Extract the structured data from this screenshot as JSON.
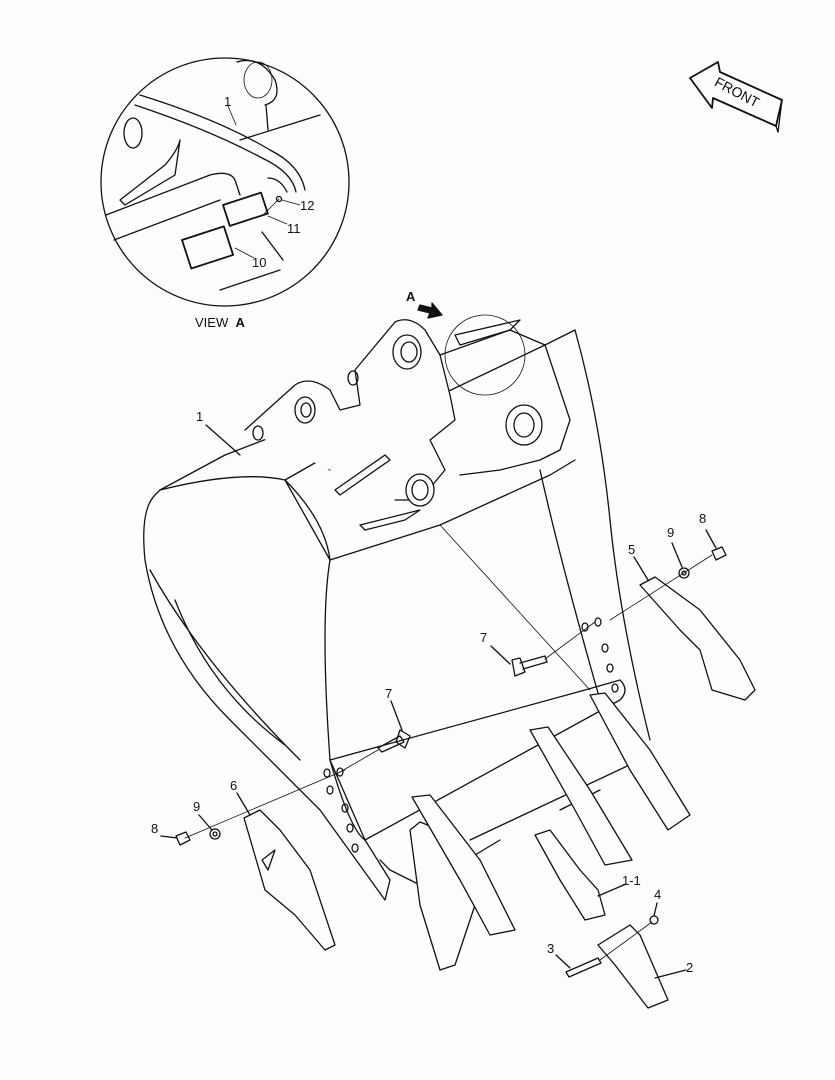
{
  "title": "",
  "view_a": {
    "label_view": "VIEW",
    "label_letter": "A",
    "callouts": [
      "1",
      "12",
      "11",
      "10"
    ]
  },
  "arrow_a": "A",
  "front_arrow": "FRONT",
  "callouts": {
    "bucket": "1",
    "washer_right": "9",
    "nut_right": "8",
    "side_cutter_right": "5",
    "bolt_right": "7",
    "bolt_left": "7",
    "side_cutter_left": "6",
    "washer_left": "9",
    "nut_left": "8",
    "adapter": "1-1",
    "lock_washer": "4",
    "pin": "3",
    "tooth": "2"
  }
}
